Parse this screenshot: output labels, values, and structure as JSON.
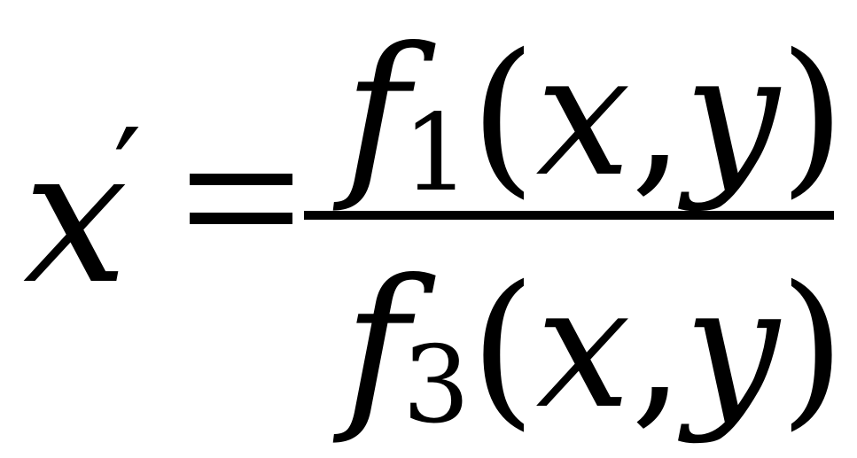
{
  "formula": {
    "lhs": {
      "variable": "x",
      "prime": "′"
    },
    "equals": "=",
    "numerator": {
      "function": "f",
      "subscript": "1",
      "open_paren": "(",
      "arg1": "x",
      "comma": ",",
      "arg2": "y",
      "close_paren": ")"
    },
    "denominator": {
      "function": "f",
      "subscript": "3",
      "open_paren": "(",
      "arg1": "x",
      "comma": ",",
      "arg2": "y",
      "close_paren": ")"
    }
  }
}
